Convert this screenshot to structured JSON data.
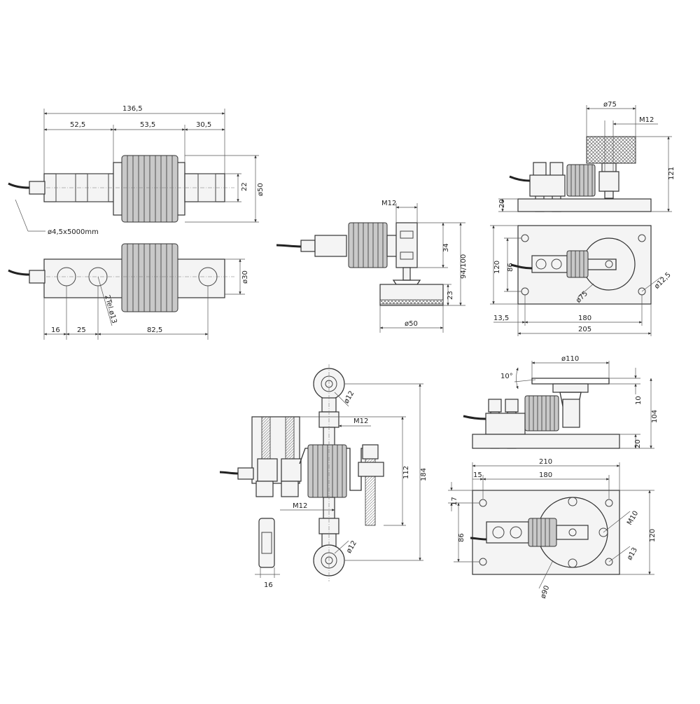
{
  "views": {
    "top_left": {
      "dims": {
        "overall_length": "136,5",
        "seg1": "52,5",
        "seg2": "53,5",
        "seg3": "30,5",
        "d22": "22",
        "d50": "ø50",
        "cable": "ø4,5x5000mm"
      }
    },
    "mid_left": {
      "dims": {
        "d30": "ø30",
        "holes": "2Tel.ø13",
        "a16": "16",
        "a25": "25",
        "a825": "82,5"
      }
    },
    "center_small": {
      "dims": {
        "m12": "M12",
        "d34": "34",
        "d94": "94/100",
        "d23": "23",
        "d50": "ø50"
      }
    },
    "top_right": {
      "dims": {
        "d75top": "ø75",
        "m12": "M12",
        "h121": "121",
        "h20": "20",
        "h120": "120",
        "h86": "86",
        "d75": "ø75",
        "d125": "ø12,5",
        "w135": "13,5",
        "w180": "180",
        "w205": "205"
      }
    },
    "bottom_center": {
      "dims": {
        "eye_top": "ø12",
        "m12a": "M12",
        "h112": "112",
        "h184": "184",
        "m12b": "M12",
        "eye_bot": "ø12",
        "w16": "16"
      }
    },
    "bottom_right": {
      "dims": {
        "d110": "ø110",
        "ang": "10°",
        "h10": "10",
        "h104": "104",
        "h20": "20",
        "w210": "210",
        "w15": "15",
        "w180": "180",
        "h17": "17",
        "h86": "86",
        "h120": "120",
        "m10": "M10",
        "d13": "ø13",
        "d90": "ø90"
      }
    }
  }
}
